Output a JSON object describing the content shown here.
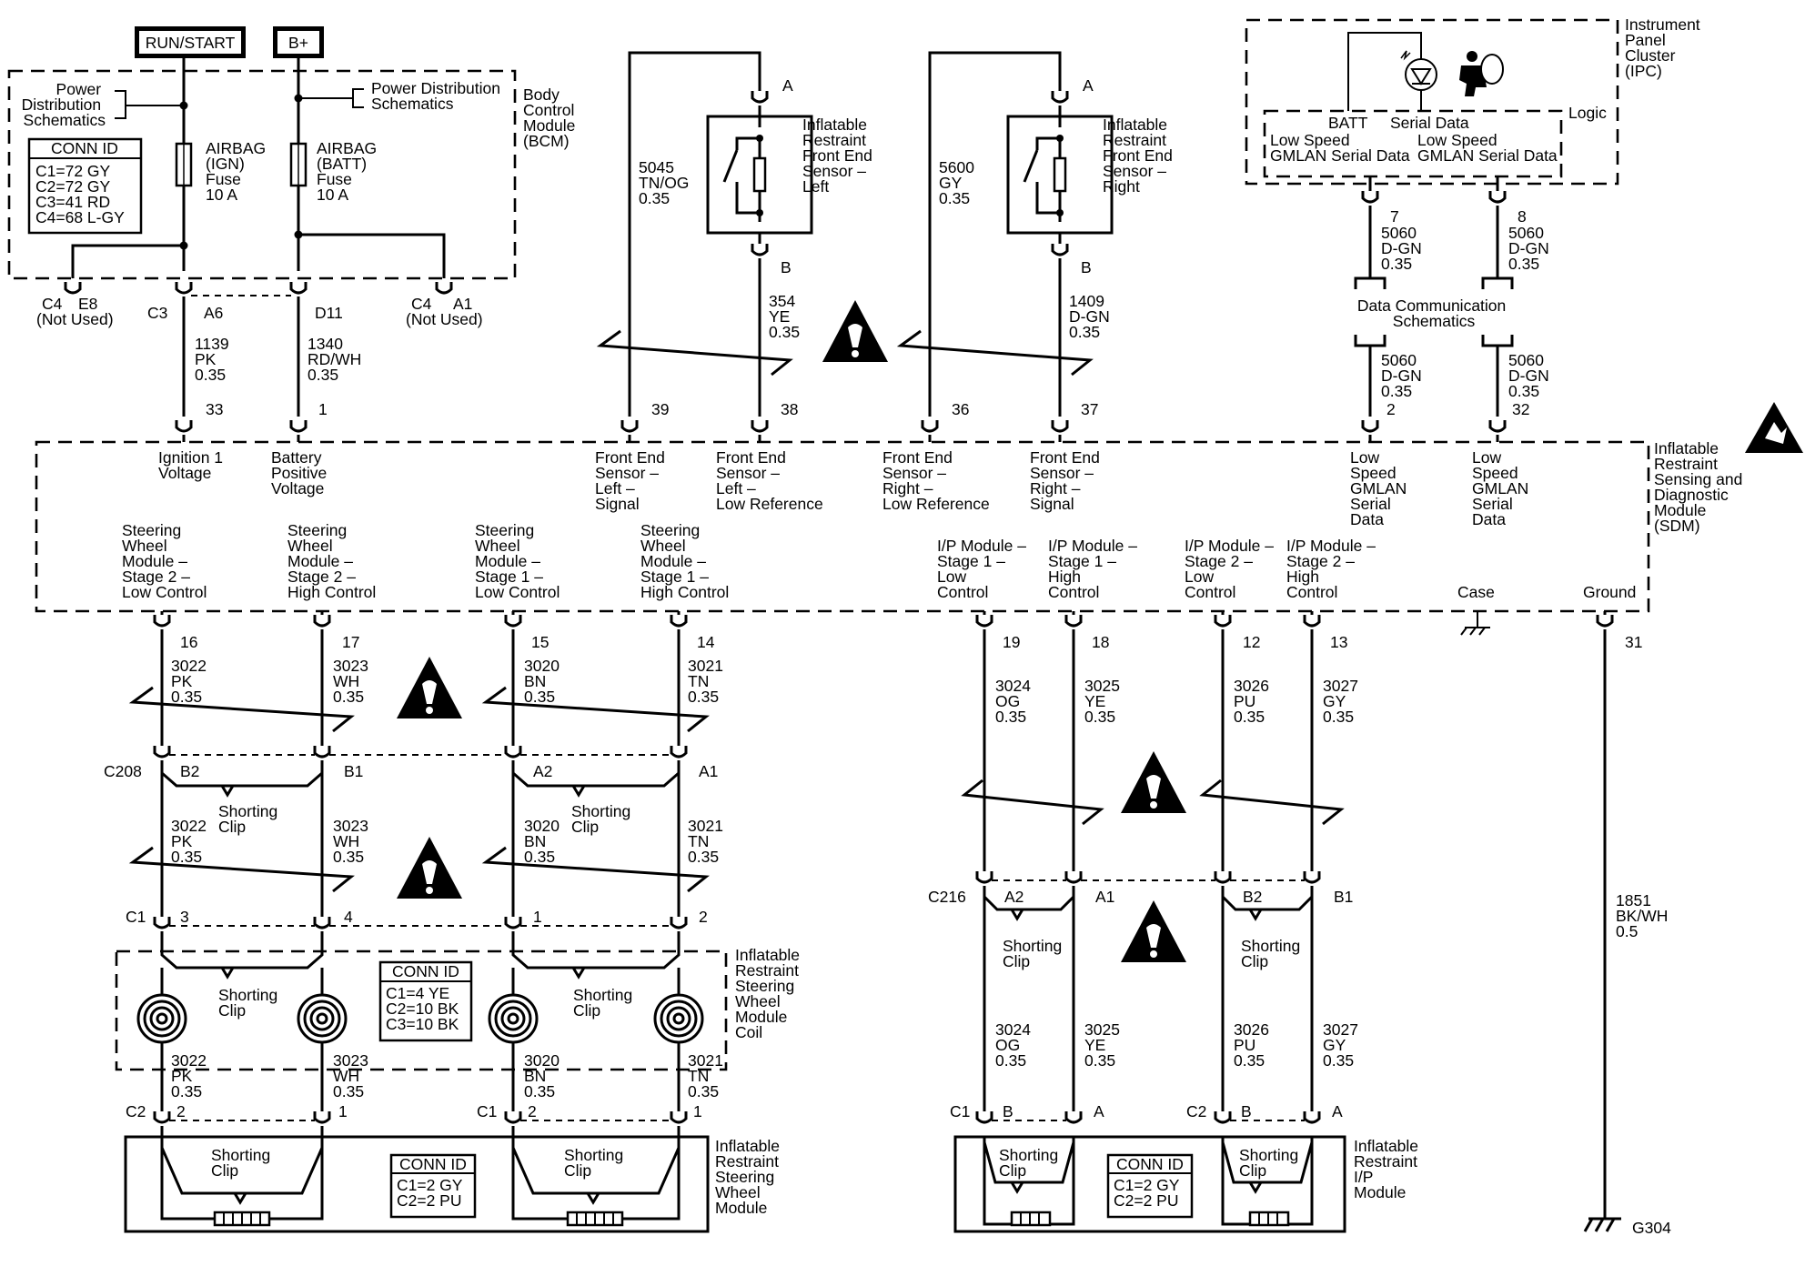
{
  "power_labels": {
    "run_start": "RUN/START",
    "b_plus": "B+"
  },
  "bcm": {
    "label": [
      "Body",
      "Control",
      "Module",
      "(BCM)"
    ],
    "power_dist_left": [
      "Power",
      "Distribution",
      "Schematics"
    ],
    "power_dist_right": [
      "Power Distribution",
      "Schematics"
    ],
    "conn_id_title": "CONN ID",
    "conn_id_rows": [
      "C1=72 GY",
      "C2=72 GY",
      "C3=41 RD",
      "C4=68 L-GY"
    ],
    "fuse_ign": [
      "AIRBAG",
      "(IGN)",
      "Fuse",
      "10 A"
    ],
    "fuse_batt": [
      "AIRBAG",
      "(BATT)",
      "Fuse",
      "10 A"
    ],
    "conn_c4_left": "C4",
    "pin_e8": "E8",
    "not_used_left": "(Not Used)",
    "conn_c3": "C3",
    "pin_a6": "A6",
    "pin_d11": "D11",
    "conn_c4_right": "C4",
    "pin_a1": "A1",
    "not_used_right": "(Not Used)"
  },
  "wires_top": {
    "w1139": [
      "1139",
      "PK",
      "0.35"
    ],
    "w1340": [
      "1340",
      "RD/WH",
      "0.35"
    ],
    "w5045": [
      "5045",
      "TN/OG",
      "0.35"
    ],
    "w354": [
      "354",
      "YE",
      "0.35"
    ],
    "w5600": [
      "5600",
      "GY",
      "0.35"
    ],
    "w1409": [
      "1409",
      "D-GN",
      "0.35"
    ],
    "w5060_7": [
      "5060",
      "D-GN",
      "0.35"
    ],
    "w5060_8": [
      "5060",
      "D-GN",
      "0.35"
    ],
    "w5060_2": [
      "5060",
      "D-GN",
      "0.35"
    ],
    "w5060_32": [
      "5060",
      "D-GN",
      "0.35"
    ]
  },
  "sensors": {
    "left_label": [
      "Inflatable",
      "Restraint",
      "Front End",
      "Sensor –",
      "Left"
    ],
    "right_label": [
      "Inflatable",
      "Restraint",
      "Front End",
      "Sensor –",
      "Right"
    ],
    "pin_a": "A",
    "pin_b": "B"
  },
  "ipc": {
    "label": [
      "Instrument",
      "Panel",
      "Cluster",
      "(IPC)"
    ],
    "logic": "Logic",
    "batt": "BATT",
    "serial_data": "Serial Data",
    "gmlan_left": [
      "Low Speed",
      "GMLAN Serial Data"
    ],
    "gmlan_right": [
      "Low Speed",
      "GMLAN Serial Data"
    ],
    "pin_7": "7",
    "pin_8": "8",
    "dcs": [
      "Data Communication",
      "Schematics"
    ]
  },
  "sdm": {
    "label": [
      "Inflatable",
      "Restraint",
      "Sensing and",
      "Diagnostic",
      "Module",
      "(SDM)"
    ],
    "pins_top": [
      "33",
      "1",
      "39",
      "38",
      "36",
      "37",
      "2",
      "32"
    ],
    "sig_ign": [
      "Ignition 1",
      "Voltage"
    ],
    "sig_batt": [
      "Battery",
      "Positive",
      "Voltage"
    ],
    "sig_fel_sig": [
      "Front End",
      "Sensor –",
      "Left –",
      "Signal"
    ],
    "sig_fel_ref": [
      "Front End",
      "Sensor –",
      "Left –",
      "Low Reference"
    ],
    "sig_fer_ref": [
      "Front End",
      "Sensor –",
      "Right –",
      "Low Reference"
    ],
    "sig_fer_sig": [
      "Front End",
      "Sensor –",
      "Right –",
      "Signal"
    ],
    "sig_gmlan1": [
      "Low",
      "Speed",
      "GMLAN",
      "Serial",
      "Data"
    ],
    "sig_gmlan2": [
      "Low",
      "Speed",
      "GMLAN",
      "Serial",
      "Data"
    ],
    "sig_sw_s2_low": [
      "Steering",
      "Wheel",
      "Module –",
      "Stage 2 –",
      "Low Control"
    ],
    "sig_sw_s2_high": [
      "Steering",
      "Wheel",
      "Module –",
      "Stage 2 –",
      "High Control"
    ],
    "sig_sw_s1_low": [
      "Steering",
      "Wheel",
      "Module –",
      "Stage 1 –",
      "Low Control"
    ],
    "sig_sw_s1_high": [
      "Steering",
      "Wheel",
      "Module –",
      "Stage 1 –",
      "High Control"
    ],
    "sig_ip_s1_low": [
      "I/P Module –",
      "Stage 1 –",
      "Low",
      "Control"
    ],
    "sig_ip_s1_high": [
      "I/P Module –",
      "Stage 1 –",
      "High",
      "Control"
    ],
    "sig_ip_s2_low": [
      "I/P Module –",
      "Stage 2 –",
      "Low",
      "Control"
    ],
    "sig_ip_s2_high": [
      "I/P Module –",
      "Stage 2 –",
      "High",
      "Control"
    ],
    "sig_case": "Case",
    "sig_ground": "Ground",
    "pins_bottom": [
      "16",
      "17",
      "15",
      "14",
      "19",
      "18",
      "12",
      "13",
      "31"
    ]
  },
  "steering": {
    "w3022": [
      "3022",
      "PK",
      "0.35"
    ],
    "w3023": [
      "3023",
      "WH",
      "0.35"
    ],
    "w3020": [
      "3020",
      "BN",
      "0.35"
    ],
    "w3021": [
      "3021",
      "TN",
      "0.35"
    ],
    "c208": "C208",
    "c208_pins": [
      "B2",
      "B1",
      "A2",
      "A1"
    ],
    "shorting_clip": [
      "Shorting",
      "Clip"
    ],
    "c1": "C1",
    "c1_pins": [
      "3",
      "4",
      "1",
      "2"
    ],
    "coil_label": [
      "Inflatable",
      "Restraint",
      "Steering",
      "Wheel",
      "Module",
      "Coil"
    ],
    "coil_conn_title": "CONN ID",
    "coil_conn_rows": [
      "C1=4 YE",
      "C2=10 BK",
      "C3=10 BK"
    ],
    "c2": "C2",
    "c2_pins": [
      "2",
      "1"
    ],
    "c1b": "C1",
    "c1b_pins": [
      "2",
      "1"
    ],
    "module_label": [
      "Inflatable",
      "Restraint",
      "Steering",
      "Wheel",
      "Module"
    ],
    "module_conn_title": "CONN ID",
    "module_conn_rows": [
      "C1=2 GY",
      "C2=2 PU"
    ]
  },
  "ip": {
    "w3024": [
      "3024",
      "OG",
      "0.35"
    ],
    "w3025": [
      "3025",
      "YE",
      "0.35"
    ],
    "w3026": [
      "3026",
      "PU",
      "0.35"
    ],
    "w3027": [
      "3027",
      "GY",
      "0.35"
    ],
    "c216": "C216",
    "c216_pins": [
      "A2",
      "A1",
      "B2",
      "B1"
    ],
    "shorting_clip": [
      "Shorting",
      "Clip"
    ],
    "c1": "C1",
    "c1_pins": [
      "B",
      "A"
    ],
    "c2": "C2",
    "c2_pins": [
      "B",
      "A"
    ],
    "module_label": [
      "Inflatable",
      "Restraint",
      "I/P",
      "Module"
    ],
    "module_conn_title": "CONN ID",
    "module_conn_rows": [
      "C1=2 GY",
      "C2=2 PU"
    ]
  },
  "ground": {
    "w1851": [
      "1851",
      "BK/WH",
      "0.5"
    ],
    "g304": "G304"
  }
}
